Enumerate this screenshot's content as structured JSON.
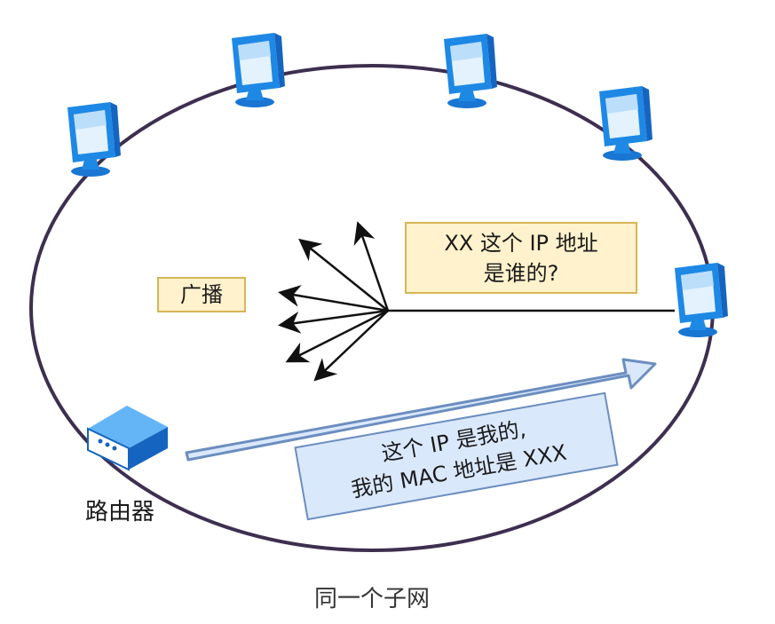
{
  "labels": {
    "broadcast": "广播",
    "question_line1": "XX 这个 IP 地址",
    "question_line2": "是谁的?",
    "reply_line1": "这个 IP 是我的,",
    "reply_line2": "我的 MAC 地址是 XXX",
    "router": "路由器",
    "caption": "同一个子网"
  },
  "icons": {
    "computer": "computer-monitor-icon",
    "router": "router-icon"
  },
  "colors": {
    "ring": "#3d2f4f",
    "monitor_blue": "#1e88e5",
    "monitor_light": "#bbdefb",
    "yellow_fill": "#fff2cc",
    "yellow_border": "#d6b656",
    "blue_fill": "#dae8fc",
    "blue_border": "#6c8ebf",
    "router_dark": "#1565c0",
    "router_light": "#64b5f6"
  }
}
